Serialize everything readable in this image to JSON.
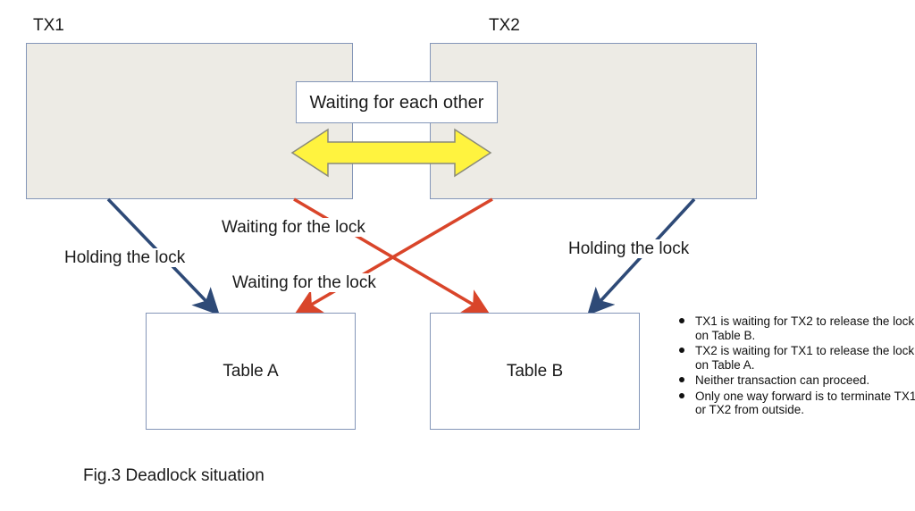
{
  "figure": {
    "caption": "Fig.3 Deadlock situation"
  },
  "colors": {
    "tx_box_fill": "#edebe5",
    "box_border": "#8496b8",
    "holding_arrow": "#2e4a77",
    "waiting_arrow": "#d9452a",
    "double_arrow_fill": "#fff33f",
    "double_arrow_border": "#8a8a7a",
    "text": "#1a1a1a",
    "page_background": "#ffffff"
  },
  "transactions": [
    {
      "id": "tx1",
      "label": "TX1"
    },
    {
      "id": "tx2",
      "label": "TX2"
    }
  ],
  "tables": [
    {
      "id": "table-a",
      "label": "Table A"
    },
    {
      "id": "table-b",
      "label": "Table B"
    }
  ],
  "callout": {
    "label": "Waiting for each other",
    "arrow_icon": "double-headed-horizontal-arrow-icon"
  },
  "edge_labels": {
    "holding_left": "Holding the lock",
    "holding_right": "Holding the lock",
    "waiting_upper": "Waiting for the lock",
    "waiting_lower": "Waiting for the lock"
  },
  "edges": [
    {
      "id": "tx1-holds-table-a",
      "label": "Holding the lock",
      "from": "TX1",
      "to": "Table A",
      "color": "#2e4a77"
    },
    {
      "id": "tx2-holds-table-b",
      "label": "Holding the lock",
      "from": "TX2",
      "to": "Table B",
      "color": "#2e4a77"
    },
    {
      "id": "tx1-waits-table-b",
      "label": "Waiting for the lock",
      "from": "TX1",
      "to": "Table B",
      "color": "#d9452a"
    },
    {
      "id": "tx2-waits-table-a",
      "label": "Waiting for the lock",
      "from": "TX2",
      "to": "Table A",
      "color": "#d9452a"
    }
  ],
  "notes": {
    "items": [
      "TX1 is waiting for TX2 to release the lock on Table B.",
      "TX2 is waiting for TX1 to release the lock on Table A.",
      "Neither transaction can proceed.",
      "Only one way forward is to terminate TX1 or TX2 from outside."
    ]
  }
}
